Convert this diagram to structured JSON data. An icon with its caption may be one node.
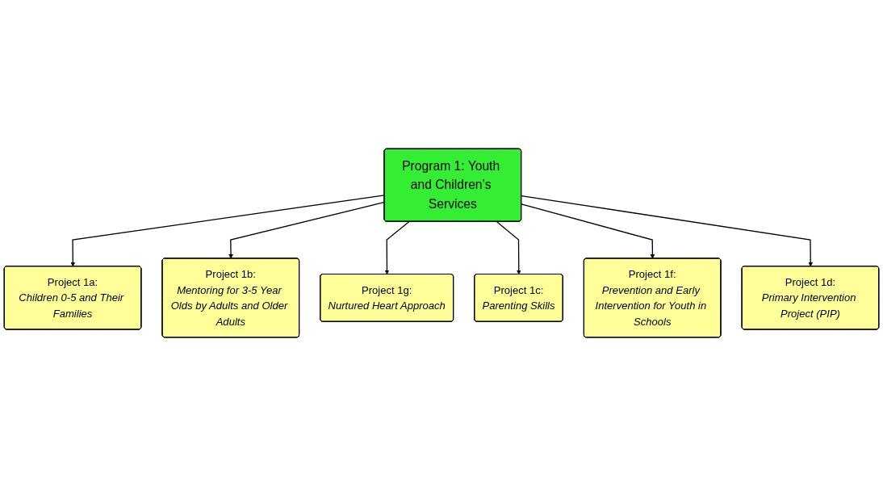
{
  "diagram": {
    "nodes": [
      {
        "text": [
          "Project 1a:",
          "Children 0-5 and Their Families"
        ]
      },
      {
        "text": [
          "Project 1b:",
          "Mentoring for 3-5 Year Olds by Adults and Older Adults"
        ]
      },
      {
        "text": [
          "Project 1g:",
          "Nurtured Heart Approach"
        ]
      },
      {
        "text": [
          "Program 1: Youth and Children’s Services"
        ]
      },
      {
        "text": [
          "Project 1c:",
          "Parenting Skills"
        ]
      },
      {
        "text": [
          "Project 1f:",
          "Prevention and Early Intervention for Youth in Schools"
        ]
      },
      {
        "text": [
          "Project 1d:",
          "Primary Intervention Project (PIP)"
        ]
      }
    ],
    "edges": [
      {
        "from": 3,
        "to": 0,
        "arrow": "to"
      },
      {
        "from": 3,
        "to": 1,
        "arrow": "to"
      },
      {
        "from": 3,
        "to": 2,
        "arrow": "to"
      },
      {
        "from": 3,
        "to": 4,
        "arrow": "to"
      },
      {
        "from": 3,
        "to": 5,
        "arrow": "to"
      },
      {
        "from": 3,
        "to": 6,
        "arrow": "to"
      }
    ]
  }
}
